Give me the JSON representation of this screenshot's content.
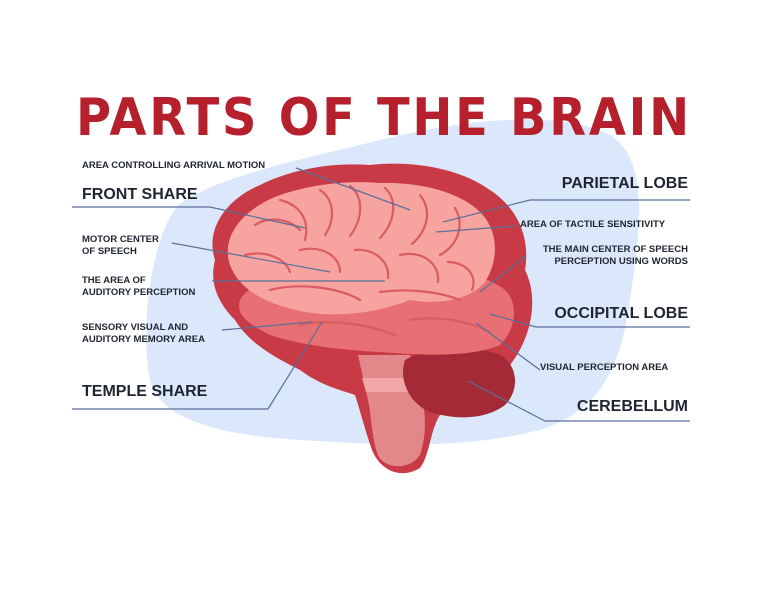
{
  "title": "PARTS OF THE BRAIN",
  "labels": {
    "arrival_motion": "AREA CONTROLLING ARRIVAL MOTION",
    "front_share": "FRONT SHARE",
    "motor_speech": "MOTOR CENTER\nOF SPEECH",
    "auditory": "THE AREA OF\nAUDITORY PERCEPTION",
    "sensory_memory": "SENSORY VISUAL AND\nAUDITORY MEMORY AREA",
    "temple_share": "TEMPLE SHARE",
    "parietal": "PARIETAL LOBE",
    "tactile": "AREA OF TACTILE SENSITIVITY",
    "speech_words": "THE MAIN CENTER OF SPEECH\nPERCEPTION USING WORDS",
    "occipital": "OCCIPITAL LOBE",
    "visual": "VISUAL PERCEPTION AREA",
    "cerebellum": "CEREBELLUM"
  },
  "colors": {
    "title": "#b5202c",
    "background_blob": "#dbe8fb",
    "brain_outline": "#c83a45",
    "brain_cortex": "#f7a4a0",
    "brain_lower": "#e86f73",
    "label_text": "#1f2530",
    "leader_line": "#5a6f9b"
  }
}
